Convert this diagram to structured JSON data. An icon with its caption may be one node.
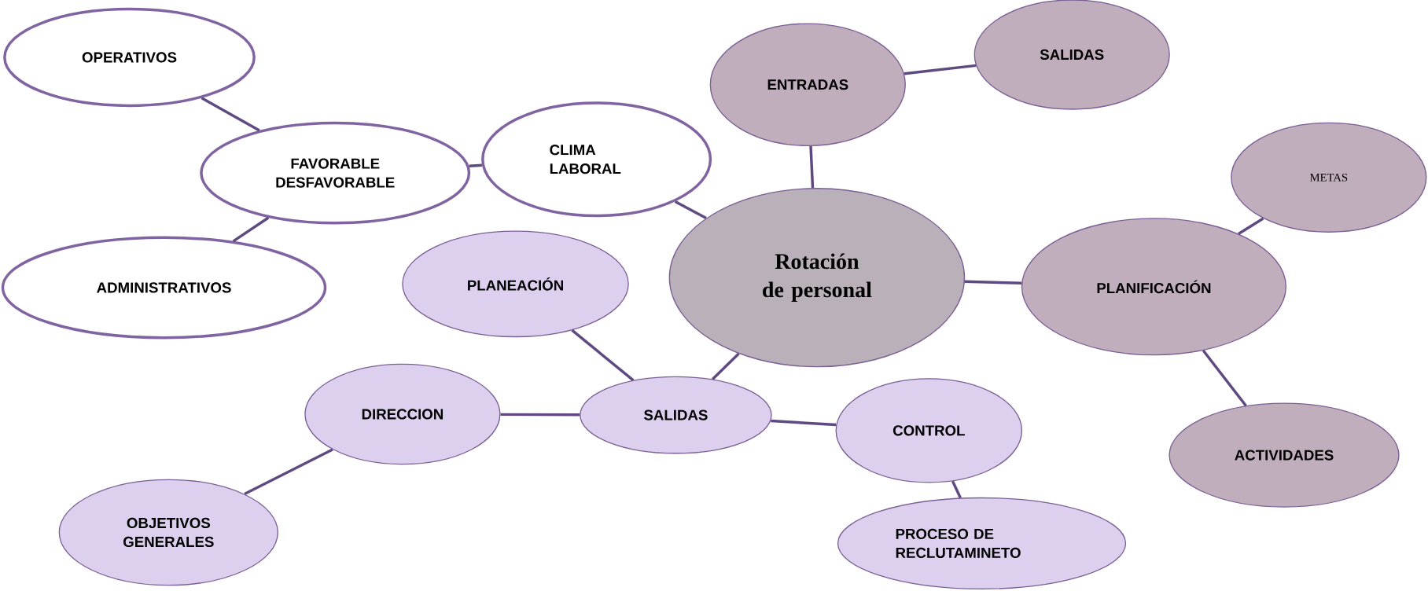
{
  "diagram": {
    "nodes": [
      {
        "text": [
          "OPERATIVOS"
        ]
      },
      {
        "text": [
          "FAVORABLE DESFAVORABLE"
        ]
      },
      {
        "text": [
          "CLIMA LABORAL"
        ]
      },
      {
        "text": [
          "ADMINISTRATIVOS"
        ]
      },
      {
        "text": [
          "ENTRADAS"
        ]
      },
      {
        "text": [
          "SALIDAS"
        ]
      },
      {
        "text": [
          "METAS"
        ]
      },
      {
        "text": [
          "Rotación de personal"
        ]
      },
      {
        "text": [
          "PLANIFICACIÓN"
        ]
      },
      {
        "text": [
          "PLANEACIÓN"
        ]
      },
      {
        "text": [
          "SALIDAS"
        ]
      },
      {
        "text": [
          "DIRECCION"
        ]
      },
      {
        "text": [
          "CONTROL"
        ]
      },
      {
        "text": [
          "ACTIVIDADES"
        ]
      },
      {
        "text": [
          "OBJETIVOS GENERALES"
        ]
      },
      {
        "text": [
          "PROCESO DE RECLUTAMINETO"
        ]
      }
    ],
    "edges": [
      {
        "from": 0,
        "to": 1,
        "arrow": "none"
      },
      {
        "from": 1,
        "to": 2,
        "arrow": "none"
      },
      {
        "from": 1,
        "to": 3,
        "arrow": "none"
      },
      {
        "from": 2,
        "to": 7,
        "arrow": "none"
      },
      {
        "from": 4,
        "to": 5,
        "arrow": "none"
      },
      {
        "from": 4,
        "to": 7,
        "arrow": "none"
      },
      {
        "from": 6,
        "to": 8,
        "arrow": "none"
      },
      {
        "from": 7,
        "to": 8,
        "arrow": "none"
      },
      {
        "from": 8,
        "to": 13,
        "arrow": "none"
      },
      {
        "from": 7,
        "to": 10,
        "arrow": "none"
      },
      {
        "from": 9,
        "to": 10,
        "arrow": "none"
      },
      {
        "from": 11,
        "to": 10,
        "arrow": "none"
      },
      {
        "from": 10,
        "to": 12,
        "arrow": "none"
      },
      {
        "from": 11,
        "to": 14,
        "arrow": "none"
      },
      {
        "from": 12,
        "to": 15,
        "arrow": "none"
      }
    ]
  }
}
